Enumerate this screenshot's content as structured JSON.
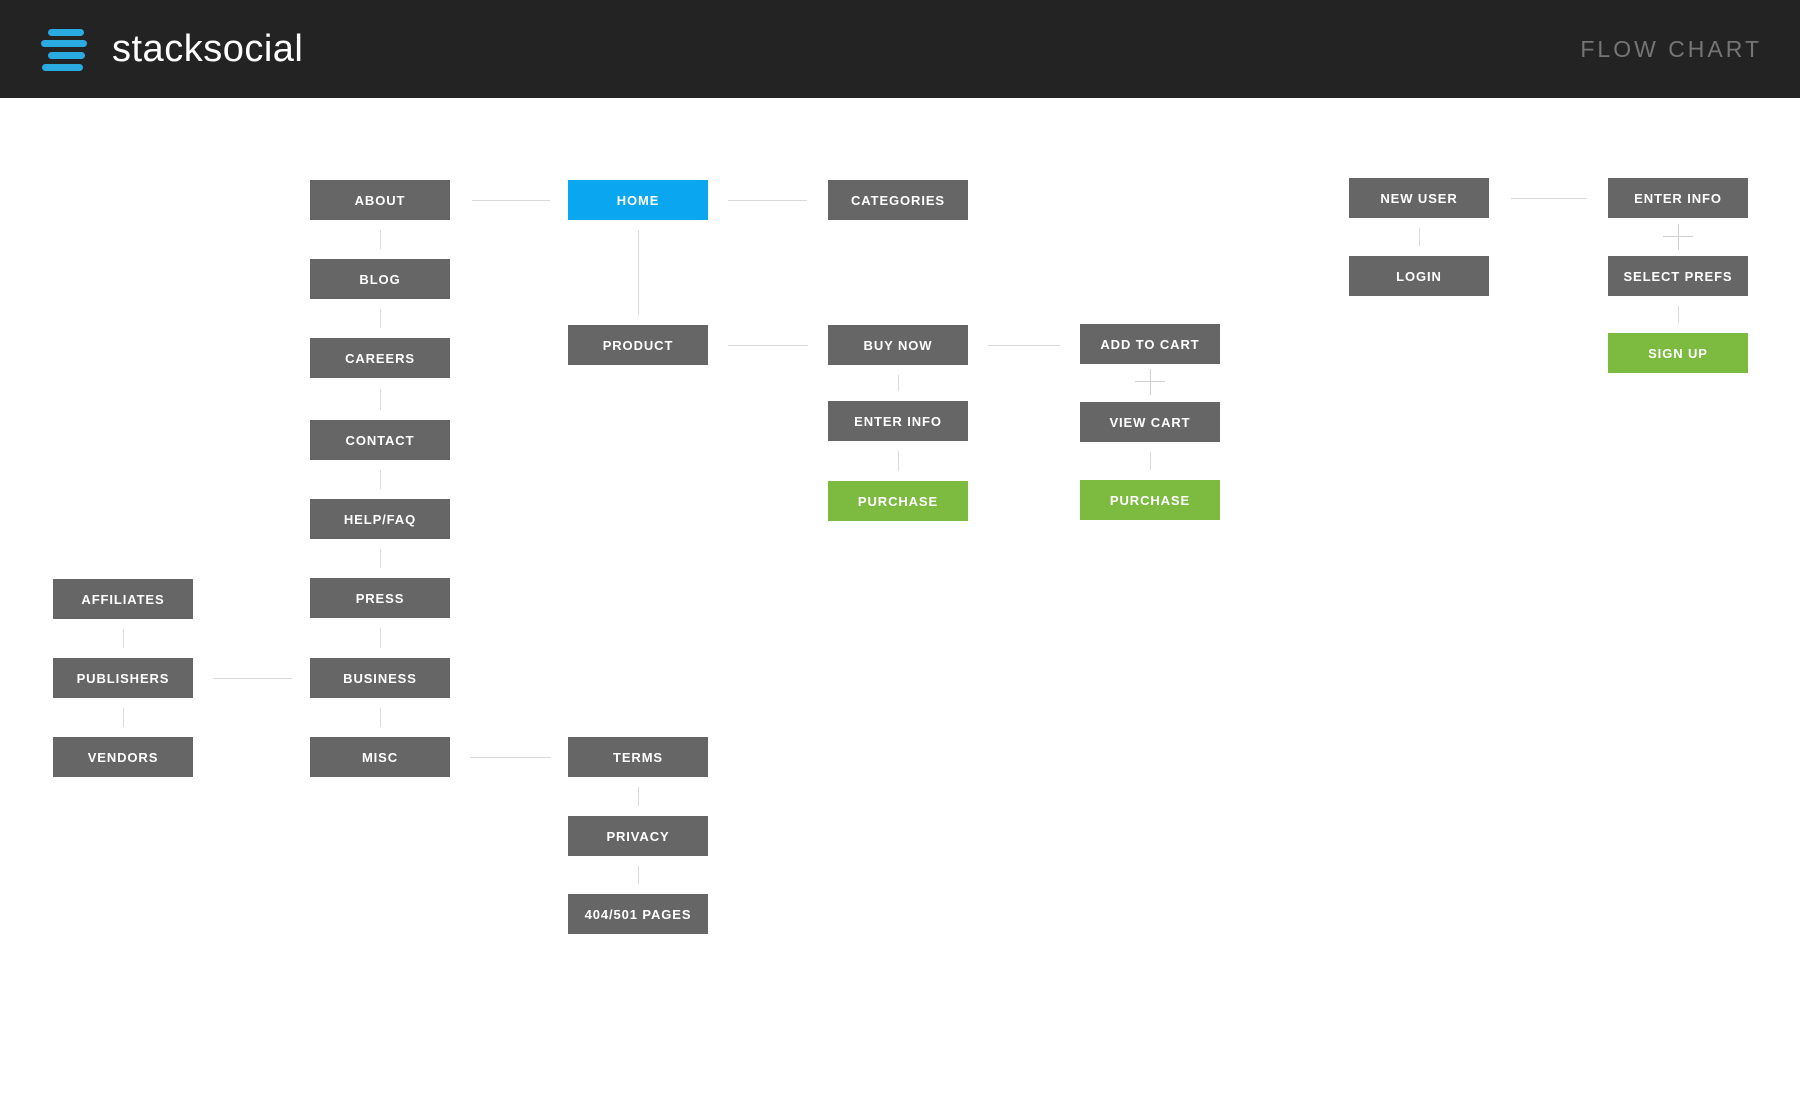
{
  "header": {
    "brand": "stacksocial",
    "page_title": "FLOW CHART"
  },
  "colors": {
    "header_bg": "#232323",
    "logo_blue": "#29ABE2",
    "node_gray": "#666666",
    "node_blue": "#0AA6EF",
    "node_green": "#7DBA40",
    "node_text": "#FFFFFF",
    "connector": "#DADADA",
    "page_title_text": "#757575"
  },
  "diagram": {
    "nodes": {
      "about": {
        "label": "ABOUT",
        "color": "gray"
      },
      "blog": {
        "label": "BLOG",
        "color": "gray"
      },
      "careers": {
        "label": "CAREERS",
        "color": "gray"
      },
      "contact": {
        "label": "CONTACT",
        "color": "gray"
      },
      "helpfaq": {
        "label": "HELP/FAQ",
        "color": "gray"
      },
      "press": {
        "label": "PRESS",
        "color": "gray"
      },
      "business": {
        "label": "BUSINESS",
        "color": "gray"
      },
      "misc": {
        "label": "MISC",
        "color": "gray"
      },
      "affiliates": {
        "label": "AFFILIATES",
        "color": "gray"
      },
      "publishers": {
        "label": "PUBLISHERS",
        "color": "gray"
      },
      "vendors": {
        "label": "VENDORS",
        "color": "gray"
      },
      "home": {
        "label": "HOME",
        "color": "blue"
      },
      "product": {
        "label": "PRODUCT",
        "color": "gray"
      },
      "terms": {
        "label": "TERMS",
        "color": "gray"
      },
      "privacy": {
        "label": "PRIVACY",
        "color": "gray"
      },
      "pages404": {
        "label": "404/501 PAGES",
        "color": "gray"
      },
      "categories": {
        "label": "CATEGORIES",
        "color": "gray"
      },
      "buynow": {
        "label": "BUY NOW",
        "color": "gray"
      },
      "enterinfo_buy": {
        "label": "ENTER INFO",
        "color": "gray"
      },
      "purchase_buy": {
        "label": "PURCHASE",
        "color": "green"
      },
      "addtocart": {
        "label": "ADD TO CART",
        "color": "gray"
      },
      "viewcart": {
        "label": "VIEW CART",
        "color": "gray"
      },
      "purchase_cart": {
        "label": "PURCHASE",
        "color": "green"
      },
      "newuser": {
        "label": "NEW USER",
        "color": "gray"
      },
      "login": {
        "label": "LOGIN",
        "color": "gray"
      },
      "enterinfo_signup": {
        "label": "ENTER INFO",
        "color": "gray"
      },
      "selectprefs": {
        "label": "SELECT PREFS",
        "color": "gray"
      },
      "signup": {
        "label": "SIGN UP",
        "color": "green"
      }
    },
    "edges": [
      {
        "from": "about",
        "to": "home",
        "style": "line"
      },
      {
        "from": "home",
        "to": "categories",
        "style": "line"
      },
      {
        "from": "about",
        "to": "blog",
        "style": "line"
      },
      {
        "from": "blog",
        "to": "careers",
        "style": "line"
      },
      {
        "from": "careers",
        "to": "contact",
        "style": "line"
      },
      {
        "from": "contact",
        "to": "helpfaq",
        "style": "line"
      },
      {
        "from": "helpfaq",
        "to": "press",
        "style": "line"
      },
      {
        "from": "press",
        "to": "business",
        "style": "line"
      },
      {
        "from": "business",
        "to": "misc",
        "style": "line"
      },
      {
        "from": "affiliates",
        "to": "publishers",
        "style": "line"
      },
      {
        "from": "publishers",
        "to": "vendors",
        "style": "line"
      },
      {
        "from": "publishers",
        "to": "business",
        "style": "line"
      },
      {
        "from": "home",
        "to": "product",
        "style": "line"
      },
      {
        "from": "product",
        "to": "buynow",
        "style": "line"
      },
      {
        "from": "buynow",
        "to": "addtocart",
        "style": "line"
      },
      {
        "from": "buynow",
        "to": "enterinfo_buy",
        "style": "line"
      },
      {
        "from": "enterinfo_buy",
        "to": "purchase_buy",
        "style": "line"
      },
      {
        "from": "addtocart",
        "to": "viewcart",
        "style": "plus"
      },
      {
        "from": "viewcart",
        "to": "purchase_cart",
        "style": "line"
      },
      {
        "from": "newuser",
        "to": "enterinfo_signup",
        "style": "line"
      },
      {
        "from": "newuser",
        "to": "login",
        "style": "line"
      },
      {
        "from": "enterinfo_signup",
        "to": "selectprefs",
        "style": "plus"
      },
      {
        "from": "selectprefs",
        "to": "signup",
        "style": "line"
      },
      {
        "from": "misc",
        "to": "terms",
        "style": "line"
      },
      {
        "from": "terms",
        "to": "privacy",
        "style": "line"
      },
      {
        "from": "privacy",
        "to": "pages404",
        "style": "line"
      }
    ]
  }
}
